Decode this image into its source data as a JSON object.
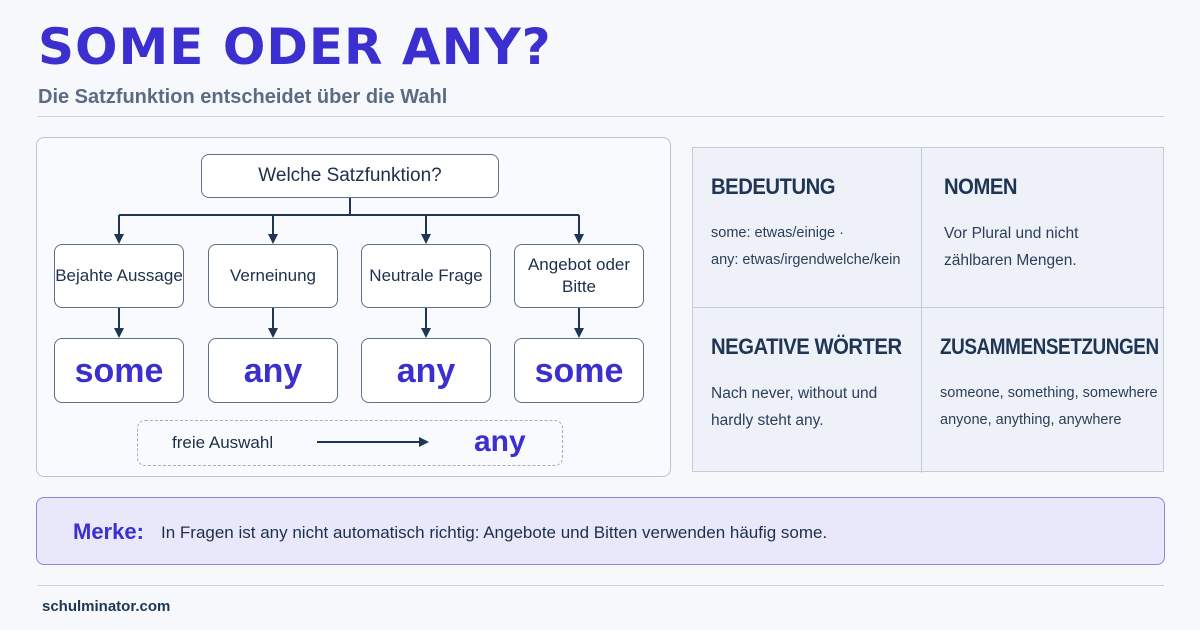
{
  "header": {
    "title": "SOME ODER ANY?",
    "subtitle": "Die Satzfunktion entscheidet über die Wahl"
  },
  "flowchart": {
    "root": "Welche Satzfunktion?",
    "branches": [
      {
        "question": "Bejahte Aussage",
        "answer": "some"
      },
      {
        "question": "Verneinung",
        "answer": "any"
      },
      {
        "question": "Neutrale Frage",
        "answer": "any"
      },
      {
        "question": "Angebot oder Bitte",
        "answer": "some"
      }
    ],
    "free_choice": {
      "label": "freie Auswahl",
      "answer": "any"
    }
  },
  "info_grid": [
    {
      "heading": "BEDEUTUNG",
      "lines": [
        "some: etwas/einige ·",
        "any: etwas/irgendwelche/kein"
      ]
    },
    {
      "heading": "NOMEN",
      "lines": [
        "Vor Plural und nicht",
        "zählbaren Mengen."
      ]
    },
    {
      "heading": "NEGATIVE WÖRTER",
      "lines": [
        "Nach never, without und",
        "hardly steht any."
      ]
    },
    {
      "heading": "ZUSAMMENSETZUNGEN",
      "lines": [
        "someone, something, somewhere",
        "anyone, anything, anywhere"
      ]
    }
  ],
  "note": {
    "label": "Merke:",
    "text": "In Fragen ist any nicht automatisch richtig: Angebote und Bitten verwenden häufig some."
  },
  "footer": {
    "site": "schulminator.com"
  },
  "colors": {
    "accent": "#3b2fd0",
    "dark": "#1e3554",
    "note_bg": "#e9e8fb"
  }
}
